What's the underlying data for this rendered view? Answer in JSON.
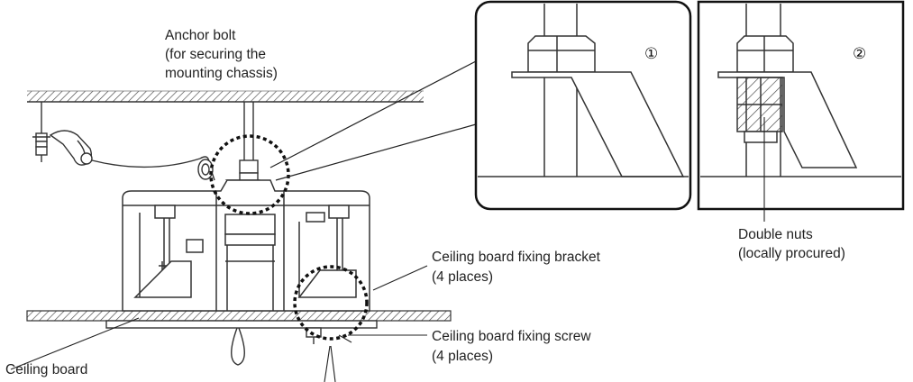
{
  "labels": {
    "anchor_bolt": [
      "Anchor bolt",
      "(for securing the",
      "mounting chassis)"
    ],
    "double_nuts": [
      "Double nuts",
      "(locally procured)"
    ],
    "bracket": [
      "Ceiling board fixing bracket",
      "(4 places)"
    ],
    "screw": [
      "Ceiling board fixing screw",
      "(4 places)"
    ],
    "ceiling_board": "Ceiling board",
    "detail_1": "①",
    "detail_2": "②"
  }
}
